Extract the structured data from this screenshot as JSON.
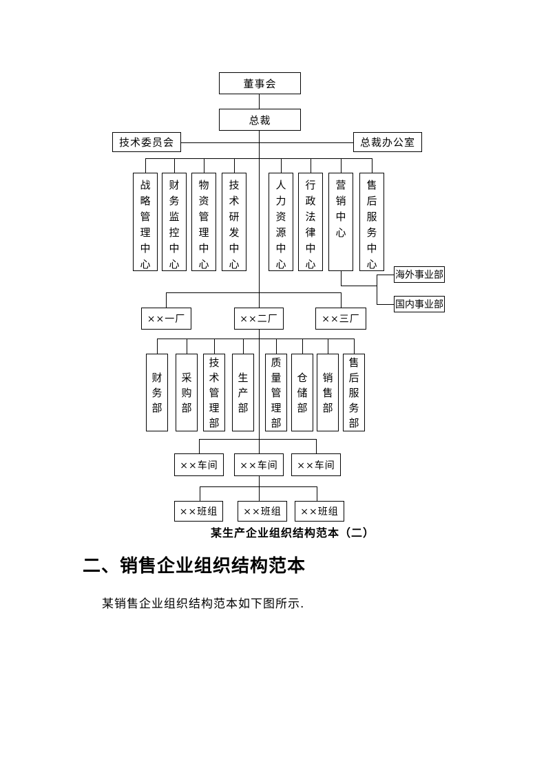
{
  "document": {
    "caption": "某生产企业组织结构范本（二）",
    "heading": "二、销售企业组织结构范本",
    "paragraph": "某销售企业组织结构范本如下图所示.",
    "colors": {
      "background": "#ffffff",
      "line": "#000000",
      "text": "#000000"
    }
  },
  "org_chart": {
    "board": "董事会",
    "president": "总裁",
    "tech_committee": "技术委员会",
    "president_office": "总裁办公室",
    "centers": [
      "战略管理中心",
      "财务监控中心",
      "物资管理中心",
      "技术研发中心",
      "人力资源中心",
      "行政法律中心",
      "营销中心",
      "售后服务中心"
    ],
    "divisions": [
      "海外事业部",
      "国内事业部"
    ],
    "factories": [
      "××一厂",
      "××二厂",
      "××三厂"
    ],
    "departments": [
      "财务部",
      "采购部",
      "技术管理部",
      "生产部",
      "质量管理部",
      "仓储部",
      "销售部",
      "售后服务部"
    ],
    "workshops": [
      "××车间",
      "××车间",
      "××车间"
    ],
    "teams": [
      "××班组",
      "××班组",
      "××班组"
    ]
  }
}
